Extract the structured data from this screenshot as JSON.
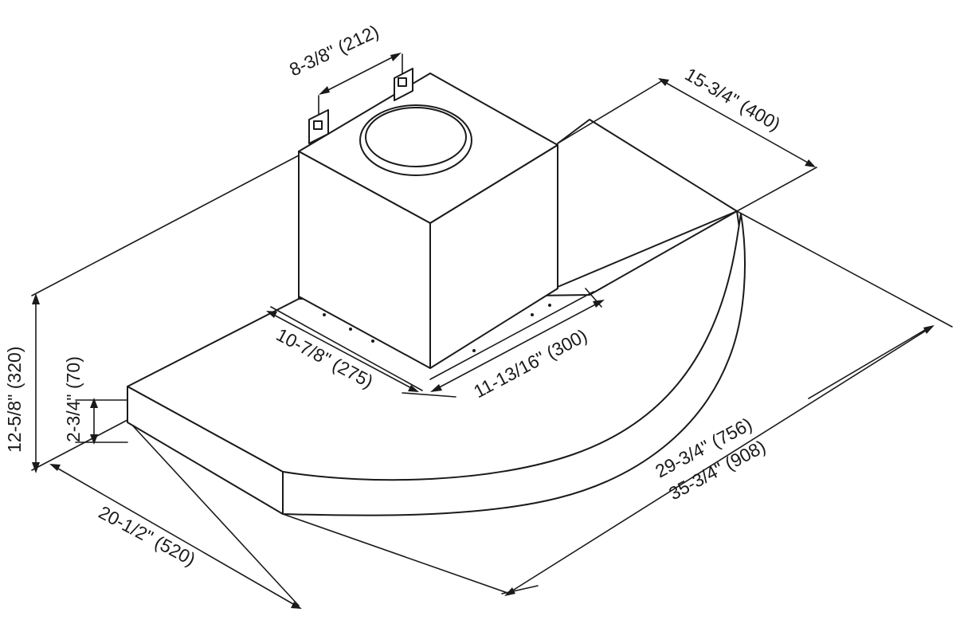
{
  "dimensions": {
    "duct_spacing": "8-3/8\" (212)",
    "depth_top": "15-3/4\" (400)",
    "total_height": "12-5/8\" (320)",
    "canopy_height": "2-3/4\" (70)",
    "chimney_depth": "10-7/8\" (275)",
    "chimney_width": "11-13/16\" (300)",
    "width_small": "29-3/4\" (756)",
    "width_large": "35-3/4\" (908)",
    "depth_bottom": "20-1/2\" (520)"
  },
  "icons": [
    "mounting-bracket-left-icon",
    "mounting-bracket-right-icon",
    "duct-collar-icon"
  ]
}
